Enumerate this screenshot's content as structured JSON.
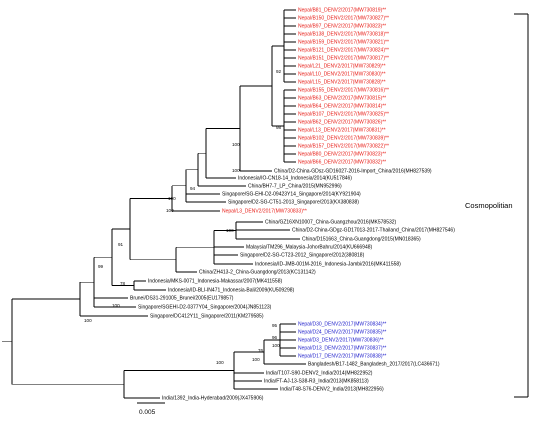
{
  "colors": {
    "nepal_red": "#e8201a",
    "nepal_blue": "#2222cc",
    "branch": "#000000"
  },
  "clade_label": "Cosmopolitian",
  "scale_bar": {
    "label": "0.005",
    "value": 0.005
  },
  "leaves": [
    {
      "label": "Nepal/B81_DENV2/2017(MW730819)**",
      "color": "red"
    },
    {
      "label": "Nepal/B150_DENV2/2017(MW730827)**",
      "color": "red"
    },
    {
      "label": "Nepal/B97_DENV2/2017(MW730823)**",
      "color": "red"
    },
    {
      "label": "Nepal/B138_DENV2/2017(MW730818)**",
      "color": "red"
    },
    {
      "label": "Nepal/B159_DENV2/2017(MW730821)**",
      "color": "red"
    },
    {
      "label": "Nepal/B121_DENV2/2017(MW730824)**",
      "color": "red"
    },
    {
      "label": "Nepal/B151_DENV2/2017(MW730817)**",
      "color": "red"
    },
    {
      "label": "Nepal/L21_DENV2/2017(MW730829)**",
      "color": "red"
    },
    {
      "label": "Nepal/L10_DENV2/2017(MW730830)**",
      "color": "red"
    },
    {
      "label": "Nepal/L15_DENV2/2017(MW730828)**",
      "color": "red"
    },
    {
      "label": "Nepal/B155_DENV2/2017(MW730816)**",
      "color": "red"
    },
    {
      "label": "Nepal/B63_DENV2/2017(MW730815)**",
      "color": "red"
    },
    {
      "label": "Nepal/B64_DENV2/2017(MW730814)**",
      "color": "red"
    },
    {
      "label": "Nepal/B107_DENV2/2017(MW730825)**",
      "color": "red"
    },
    {
      "label": "Nepal/B62_DENV2/2017(MW730826)**",
      "color": "red"
    },
    {
      "label": "Nepal/L13_DENV2/2017(MW730831)**",
      "color": "red"
    },
    {
      "label": "Nepal/B102_DENV2/2017(MW730839)**",
      "color": "red"
    },
    {
      "label": "Nepal/B157_DENV2/2017(MW730822)**",
      "color": "red"
    },
    {
      "label": "Nepal/B80_DENV2/2017(MW730823)**",
      "color": "red"
    },
    {
      "label": "Nepal/B66_DENV2/2017(MW730832)**",
      "color": "red"
    },
    {
      "label": "China/D2-China-GDsz-GD16027-2016-Import_China/2016(MH827539)",
      "color": "black"
    },
    {
      "label": "Indonesia/IO-CN18-14_Indonesia/2014(KU517846)",
      "color": "black"
    },
    {
      "label": "China/BH7-7_LP_China/2015(MN952996)",
      "color": "black"
    },
    {
      "label": "Singapore/SG-EHI-D2-09423Y14_Singapore/2014(KY921904)",
      "color": "black"
    },
    {
      "label": "Singapore/D2-SG-CT51-2013_Singapore/2013(KX380838)",
      "color": "black"
    },
    {
      "label": "Nepal/L3_DENV2/2017(MW730833)**",
      "color": "red"
    },
    {
      "label": "China/GZ16XN10007_China-Guangzhou/2016(MK578532)",
      "color": "black"
    },
    {
      "label": "China/D2-China-GDgz-GD17013-2017-Thailand_China/2017(MH827546)",
      "color": "black"
    },
    {
      "label": "China/D151663_China-Guangdong/2015(MN018365)",
      "color": "black"
    },
    {
      "label": "Malaysia/TM296_Malaysia-JohorBahru/2014(KU666948)",
      "color": "black"
    },
    {
      "label": "Singapore/D2-SG-CT23-2012_Singapore/2012(380818)",
      "color": "black"
    },
    {
      "label": "Indonesia/ID-JMB-001M-2016_Indonesia-Jambi/2016(MK411558)",
      "color": "black"
    },
    {
      "label": "China/ZH413-2_China-Guangdong/2013(KC131142)",
      "color": "black"
    },
    {
      "label": "Indonesia/MKS-0071_Indonesia-Makassar/2007(MK411558)",
      "color": "black"
    },
    {
      "label": "Indonesia/ID-BLI-IN471_Indonesia-Bali/2009(KU509298)",
      "color": "black"
    },
    {
      "label": "Brunei/DS31-291005_Brunei/2005(EU179857)",
      "color": "black"
    },
    {
      "label": "Singapore/SGEHI-D2-0377Y04_Singapore/2004(JN851123)",
      "color": "black"
    },
    {
      "label": "Singapore/DC412Y11_Singapore/2011(KM279585)",
      "color": "black"
    },
    {
      "label": "Nepal/D30_DENV2/2017(MW730834)**",
      "color": "blue"
    },
    {
      "label": "Nepal/D24_DENV2/2017(MW730835)**",
      "color": "blue"
    },
    {
      "label": "Nepal/D3_DENV2/2017(MW730836)**",
      "color": "blue"
    },
    {
      "label": "Nepal/D13_DENV2/2017(MW730837)**",
      "color": "blue"
    },
    {
      "label": "Nepal/D17_DENV2/2017(MW730838)**",
      "color": "blue"
    },
    {
      "label": "Bangladesh/B17-1482_Bangladesh_2017/2017(LC436671)",
      "color": "black"
    },
    {
      "label": "India/T107-S90-DENV2_India/2014(MH822952)",
      "color": "black"
    },
    {
      "label": "India/FT-AJ-13-S38-R3_India/2013(MK858113)",
      "color": "black"
    },
    {
      "label": "India/T48-S76-DENV2_India/2013(MH822956)",
      "color": "black"
    },
    {
      "label": "India/1392_India-Hyderabad/2009(JX475906)",
      "color": "black"
    }
  ],
  "bootstrap": [
    "92",
    "98",
    "100",
    "100",
    "94",
    "100",
    "100",
    "100",
    "91",
    "99",
    "100",
    "78",
    "100",
    "95",
    "96",
    "100",
    "76",
    "100",
    "100"
  ]
}
